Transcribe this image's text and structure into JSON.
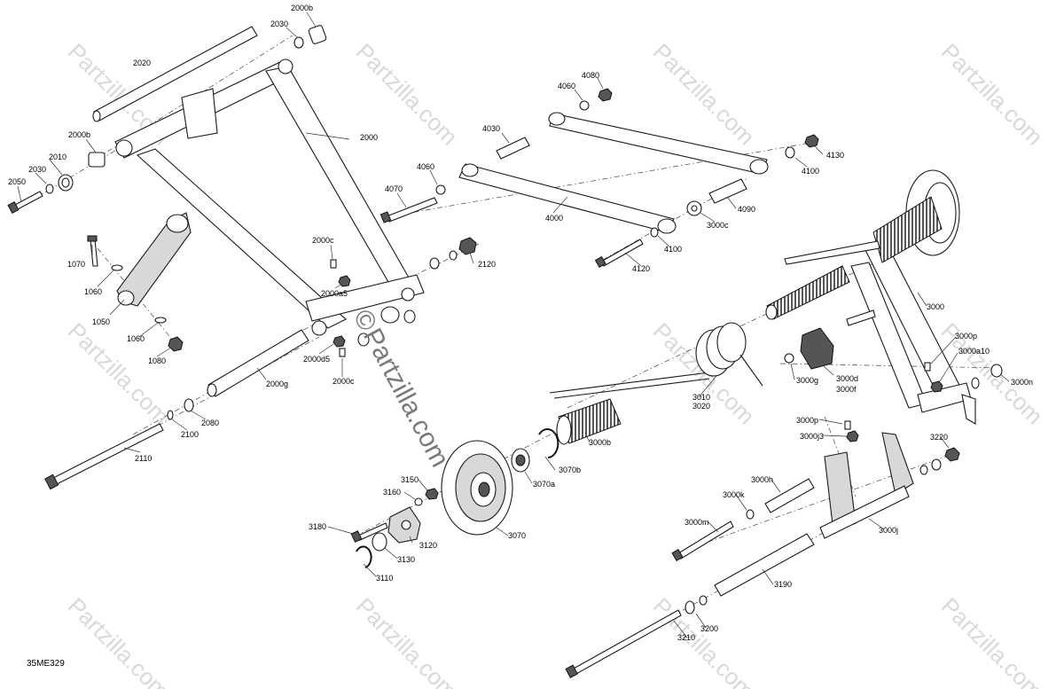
{
  "diagram": {
    "drawing_code": "35ME329",
    "watermark_text": "Partzilla.com",
    "watermark_copyright": "©",
    "parts": [
      {
        "key": "p2000b_top",
        "label": "2000b"
      },
      {
        "key": "p2030_top",
        "label": "2030"
      },
      {
        "key": "p2020",
        "label": "2020"
      },
      {
        "key": "p2000",
        "label": "2000"
      },
      {
        "key": "p2000b_left",
        "label": "2000b"
      },
      {
        "key": "p2010",
        "label": "2010"
      },
      {
        "key": "p2030_left",
        "label": "2030"
      },
      {
        "key": "p2050",
        "label": "2050"
      },
      {
        "key": "p1070",
        "label": "1070"
      },
      {
        "key": "p1060_a",
        "label": "1060"
      },
      {
        "key": "p1050",
        "label": "1050"
      },
      {
        "key": "p1060_b",
        "label": "1060"
      },
      {
        "key": "p1080",
        "label": "1080"
      },
      {
        "key": "p2000c_a",
        "label": "2000c"
      },
      {
        "key": "p2000a5",
        "label": "2000a5"
      },
      {
        "key": "p2000d5",
        "label": "2000d5"
      },
      {
        "key": "p2000c_b",
        "label": "2000c"
      },
      {
        "key": "p2000g",
        "label": "2000g"
      },
      {
        "key": "p2100",
        "label": "2100"
      },
      {
        "key": "p2080",
        "label": "2080"
      },
      {
        "key": "p2110",
        "label": "2110"
      },
      {
        "key": "p2120",
        "label": "2120"
      },
      {
        "key": "p4030",
        "label": "4030"
      },
      {
        "key": "p4060_top",
        "label": "4060"
      },
      {
        "key": "p4080",
        "label": "4080"
      },
      {
        "key": "p4060_mid",
        "label": "4060"
      },
      {
        "key": "p4070",
        "label": "4070"
      },
      {
        "key": "p4000",
        "label": "4000"
      },
      {
        "key": "p4100_right",
        "label": "4100"
      },
      {
        "key": "p4130",
        "label": "4130"
      },
      {
        "key": "p4090",
        "label": "4090"
      },
      {
        "key": "p3000c",
        "label": "3000c"
      },
      {
        "key": "p4100_mid",
        "label": "4100"
      },
      {
        "key": "p4120",
        "label": "4120"
      },
      {
        "key": "p3000",
        "label": "3000"
      },
      {
        "key": "p3000p_r",
        "label": "3000p"
      },
      {
        "key": "p3000a10",
        "label": "3000a10"
      },
      {
        "key": "p3000n",
        "label": "3000n"
      },
      {
        "key": "p3000g",
        "label": "3000g"
      },
      {
        "key": "p3000d",
        "label": "3000d"
      },
      {
        "key": "p3000f",
        "label": "3000f"
      },
      {
        "key": "p3010",
        "label": "3010"
      },
      {
        "key": "p3020",
        "label": "3020"
      },
      {
        "key": "p3000b",
        "label": "3000b"
      },
      {
        "key": "p3070b",
        "label": "3070b"
      },
      {
        "key": "p3070a",
        "label": "3070a"
      },
      {
        "key": "p3070",
        "label": "3070"
      },
      {
        "key": "p3150",
        "label": "3150"
      },
      {
        "key": "p3160",
        "label": "3160"
      },
      {
        "key": "p3180",
        "label": "3180"
      },
      {
        "key": "p3120",
        "label": "3120"
      },
      {
        "key": "p3130",
        "label": "3130"
      },
      {
        "key": "p3110",
        "label": "3110"
      },
      {
        "key": "p3000p_b",
        "label": "3000p"
      },
      {
        "key": "p3000j3",
        "label": "3000j3"
      },
      {
        "key": "p3220",
        "label": "3220"
      },
      {
        "key": "p3000h",
        "label": "3000h"
      },
      {
        "key": "p3000k",
        "label": "3000k"
      },
      {
        "key": "p3000m",
        "label": "3000m"
      },
      {
        "key": "p3000j",
        "label": "3000j"
      },
      {
        "key": "p3190",
        "label": "3190"
      },
      {
        "key": "p3200",
        "label": "3200"
      },
      {
        "key": "p3210",
        "label": "3210"
      }
    ]
  }
}
